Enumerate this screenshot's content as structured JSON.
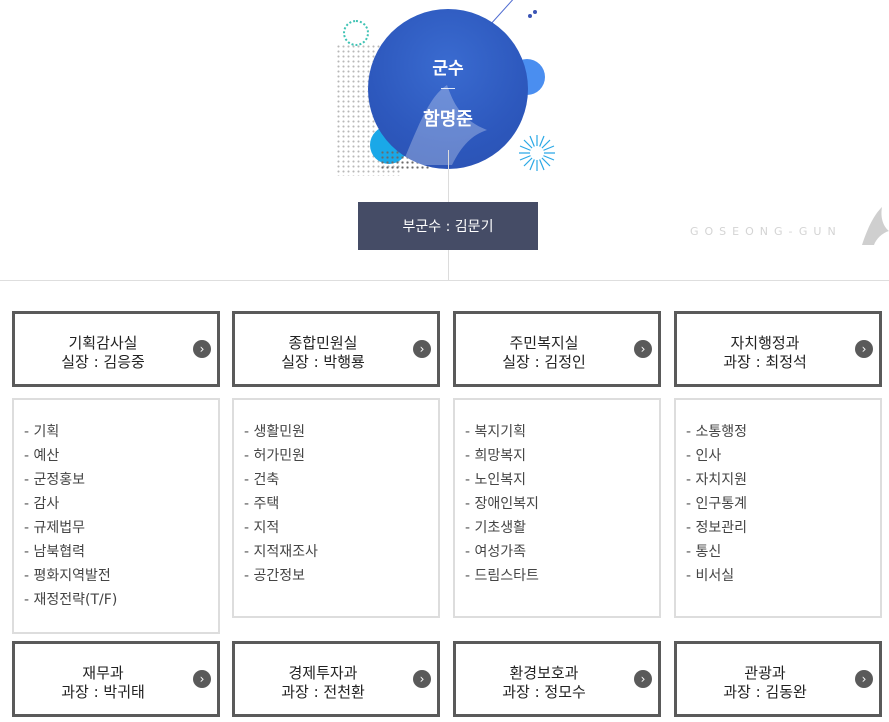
{
  "header": {
    "head_title": "군수",
    "head_name": "함명준",
    "vice": "부군수 : 김문기",
    "brand_text": "GOSEONG-GUN"
  },
  "departments": [
    {
      "name": "기획감사실",
      "chief": "실장 : 김응중",
      "teams": [
        "기획",
        "예산",
        "군정홍보",
        "감사",
        "규제법무",
        "남북협력",
        "평화지역발전",
        "재정전략(T/F)"
      ]
    },
    {
      "name": "종합민원실",
      "chief": "실장 : 박행룡",
      "teams": [
        "생활민원",
        "허가민원",
        "건축",
        "주택",
        "지적",
        "지적재조사",
        "공간정보"
      ]
    },
    {
      "name": "주민복지실",
      "chief": "실장 : 김정인",
      "teams": [
        "복지기획",
        "희망복지",
        "노인복지",
        "장애인복지",
        "기초생활",
        "여성가족",
        "드림스타트"
      ]
    },
    {
      "name": "자치행정과",
      "chief": "과장 : 최정석",
      "teams": [
        "소통행정",
        "인사",
        "자치지원",
        "인구통계",
        "정보관리",
        "통신",
        "비서실"
      ]
    },
    {
      "name": "재무과",
      "chief": "과장 : 박귀태"
    },
    {
      "name": "경제투자과",
      "chief": "과장 : 전천환"
    },
    {
      "name": "환경보호과",
      "chief": "과장 : 정모수"
    },
    {
      "name": "관광과",
      "chief": "과장 : 김동완"
    }
  ],
  "icons": {
    "arrow": "chevron-right-icon",
    "logo": "goseong-logo-mark"
  },
  "colors": {
    "head_circle": "#2d58bd",
    "vice_box": "#454c66",
    "dept_border": "#5a5a5a"
  }
}
